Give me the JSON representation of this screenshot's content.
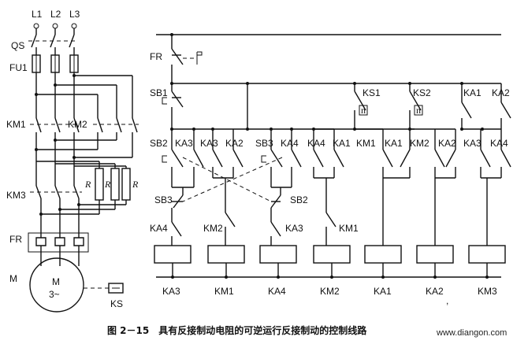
{
  "main_circuit": {
    "phases": [
      "L1",
      "L2",
      "L3"
    ],
    "switch": "QS",
    "fuse": "FU1",
    "contactor_1": "KM1",
    "contactor_2": "KM2",
    "contactor_3": "KM3",
    "resistor": "R",
    "thermal_relay": "FR",
    "motor": "M",
    "motor_label": "M",
    "motor_phase": "3~",
    "speed_relay": "KS"
  },
  "control_circuit": {
    "fr_contact": "FR",
    "sb1": "SB1",
    "ks1": "KS1",
    "ks2": "KS2",
    "ks_contact_symbol": "n",
    "top_contacts": [
      "KA1",
      "KA2"
    ],
    "row_contacts": [
      "SB2",
      "KA3",
      "KA3",
      "KA2",
      "SB3",
      "KA4",
      "KA4",
      "KA1",
      "KM1",
      "KA1",
      "KM2",
      "KA2",
      "KA3",
      "KA4"
    ],
    "sb3_lower": "SB3",
    "sb2_lower": "SB2",
    "ka4_lower": "KA4",
    "km2_lower": "KM2",
    "ka3_lower": "KA3",
    "km1_lower": "KM1",
    "coils": [
      "KA3",
      "KM1",
      "KA4",
      "KM2",
      "KA1",
      "KA2",
      "KM3"
    ],
    "stray_mark": ","
  },
  "caption": "图 2－15　具有反接制动电阻的可逆运行反接制动的控制线路",
  "watermark": "www.diangon.com"
}
